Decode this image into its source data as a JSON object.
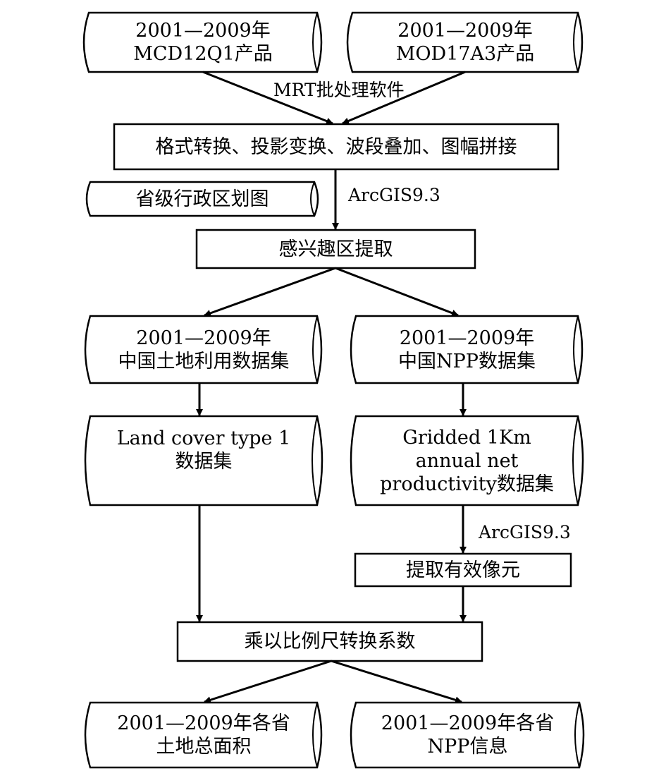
{
  "nodes": {
    "mcd12q1_product": {
      "lines": [
        "2001—2009年",
        "MCD12Q1产品"
      ]
    },
    "mod17a3_product": {
      "lines": [
        "2001—2009年",
        "MOD17A3产品"
      ]
    },
    "preprocessing": {
      "lines": [
        "格式转换、投影变换、波段叠加、图幅拼接"
      ]
    },
    "province_map": {
      "lines": [
        "省级行政区划图"
      ]
    },
    "roi_extraction": {
      "lines": [
        "感兴趣区提取"
      ]
    },
    "china_landuse_dataset": {
      "lines": [
        "2001—2009年",
        "中国土地利用数据集"
      ]
    },
    "china_npp_dataset": {
      "lines": [
        "2001—2009年",
        "中国NPP数据集"
      ]
    },
    "land_cover_dataset": {
      "lines": [
        "Land cover type 1",
        "数据集"
      ]
    },
    "gridded_npp_dataset": {
      "lines": [
        "Gridded 1Km",
        "annual net",
        "productivity数据集"
      ]
    },
    "extract_valid_pixels": {
      "lines": [
        "提取有效像元"
      ]
    },
    "multiply_scale_factor": {
      "lines": [
        "乘以比例尺转换系数"
      ]
    },
    "province_land_area": {
      "lines": [
        "2001—2009年各省",
        "土地总面积"
      ]
    },
    "province_npp_info": {
      "lines": [
        "2001—2009年各省",
        "NPP信息"
      ]
    }
  },
  "edge_labels": {
    "mrt_software": "MRT批处理软件",
    "arcgis_roi": "ArcGIS9.3",
    "arcgis_pixels": "ArcGIS9.3"
  },
  "colors": {
    "line": "#000000",
    "background": "#ffffff"
  }
}
